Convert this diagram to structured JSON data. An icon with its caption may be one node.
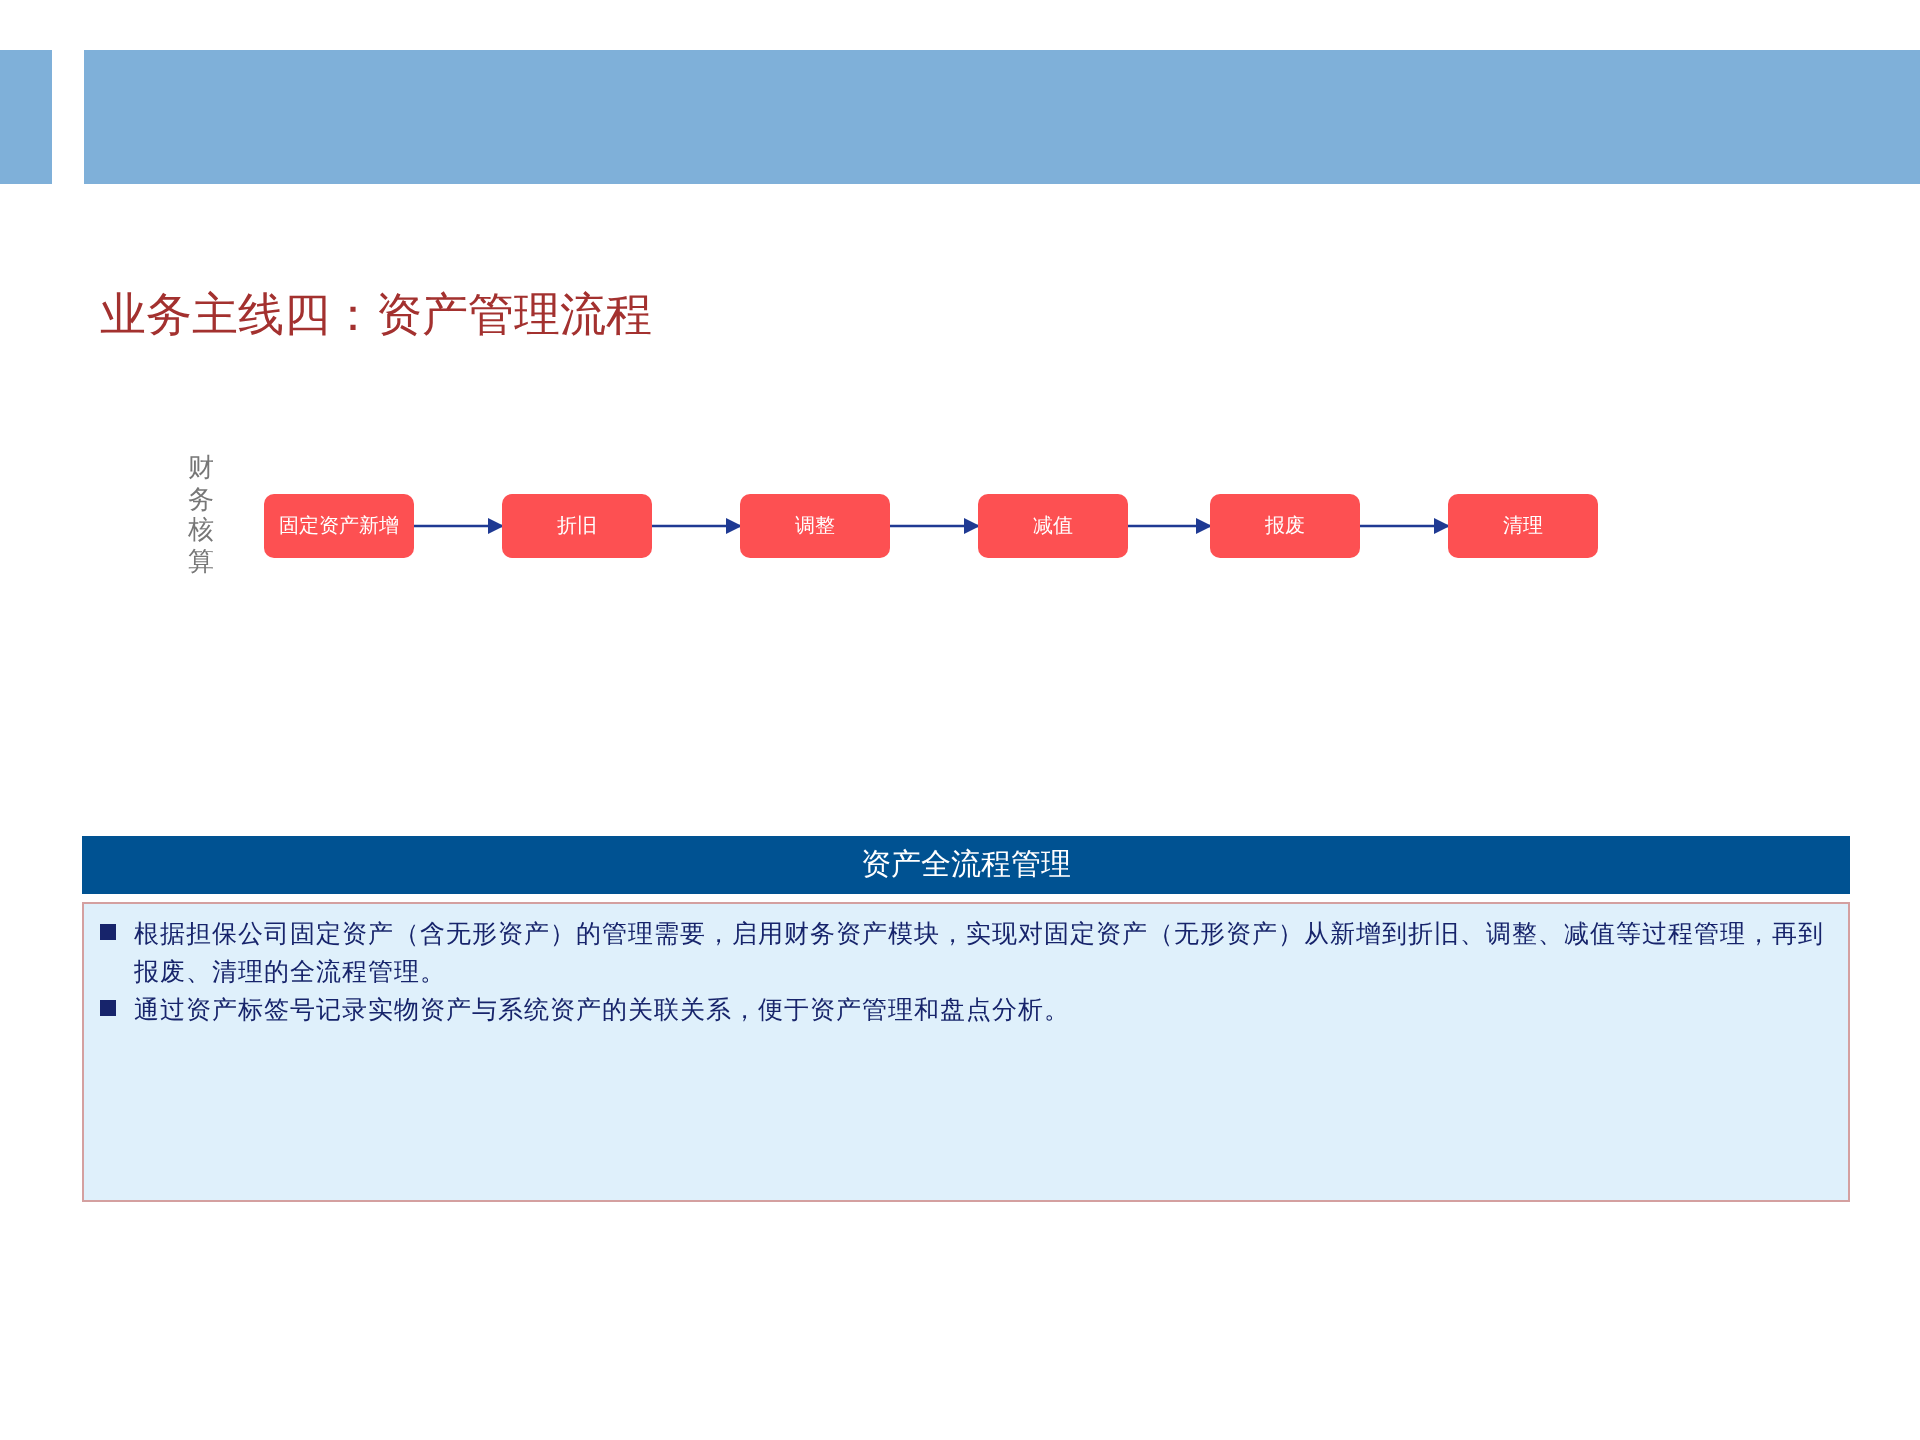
{
  "diagram": {
    "title": "业务主线四：资产管理流程",
    "nodes": [
      {
        "text": [
          "固定资产新增"
        ]
      },
      {
        "text": [
          "折旧"
        ]
      },
      {
        "text": [
          "调整"
        ]
      },
      {
        "text": [
          "减值"
        ]
      },
      {
        "text": [
          "报废"
        ]
      },
      {
        "text": [
          "清理"
        ]
      },
      {
        "text": [
          "资产全流程管理",
          "根据担保公司固定资产（含无形资产）的管理需要，启用财务资产模块，实现对固定资产（无形资产）从新增到折旧、调整、减值等过程管理，再到报废、清理的全流程管理。",
          "通过资产标签号记录实物资产与系统资产的关联关系，便于资产管理和盘点分析。"
        ]
      }
    ],
    "edges": [
      {
        "from": 0,
        "to": 1,
        "arrow": "to"
      },
      {
        "from": 1,
        "to": 2,
        "arrow": "to"
      },
      {
        "from": 2,
        "to": 3,
        "arrow": "to"
      },
      {
        "from": 3,
        "to": 4,
        "arrow": "to"
      },
      {
        "from": 4,
        "to": 5,
        "arrow": "to"
      }
    ],
    "labels": [
      "财务核算"
    ]
  }
}
